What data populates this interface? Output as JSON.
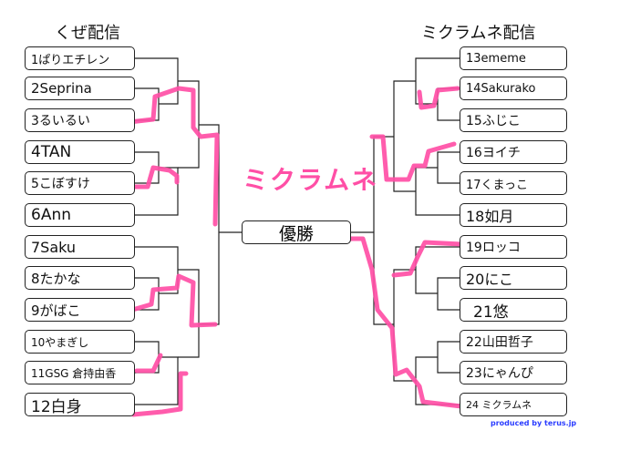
{
  "headers": {
    "left": "くぜ配信",
    "right": "ミクラムネ配信"
  },
  "left_entries": [
    "1ぱりエチレン",
    "2Seprina",
    "3るいるい",
    "4TAN",
    "5こぼすけ",
    "6Ann",
    "7Saku",
    "8たかな",
    "9がばこ",
    "10やまぎし",
    "11GSG 倉持由香",
    "12白身"
  ],
  "right_entries": [
    "13ememe",
    "14Sakurako",
    "15ふじこ",
    "16ヨイチ",
    "17くまっこ",
    "18如月",
    "19ロッコ",
    "20にこ",
    "21悠",
    "22山田哲子",
    "23にゃんぴ",
    "24 ミクラムネ"
  ],
  "champion_label": "優勝",
  "winner_name": "ミクラムネ",
  "credit": "produced by terus.jp",
  "colors": {
    "highlight": "#ff4fa6",
    "line": "#222222",
    "credit": "#2a3cff"
  }
}
